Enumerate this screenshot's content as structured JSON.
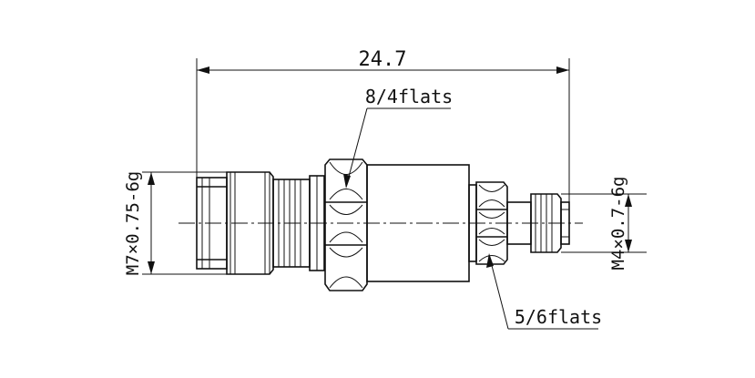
{
  "dimensions": {
    "overall_length": "24.7",
    "left_thread": "M7×0.75-6g",
    "right_thread": "M4×0.7-6g"
  },
  "callouts": {
    "hex_large": "8/4flats",
    "hex_small": "5/6flats"
  }
}
